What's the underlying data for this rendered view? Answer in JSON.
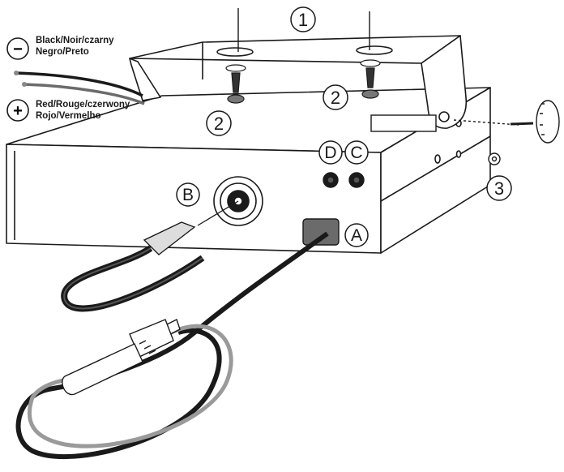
{
  "callouts": {
    "bracket": "1",
    "screw_left": "2",
    "screw_right": "2",
    "washer": "3"
  },
  "ports": {
    "A": "A",
    "B": "B",
    "C": "C",
    "D": "D"
  },
  "wires": {
    "negative_symbol": "−",
    "negative_line1": "Black/Noir/czarny",
    "negative_line2": "Negro/Preto",
    "positive_symbol": "+",
    "positive_line1": "Red/Rouge/czerwony",
    "positive_line2": "Rojo/Vermelho"
  }
}
